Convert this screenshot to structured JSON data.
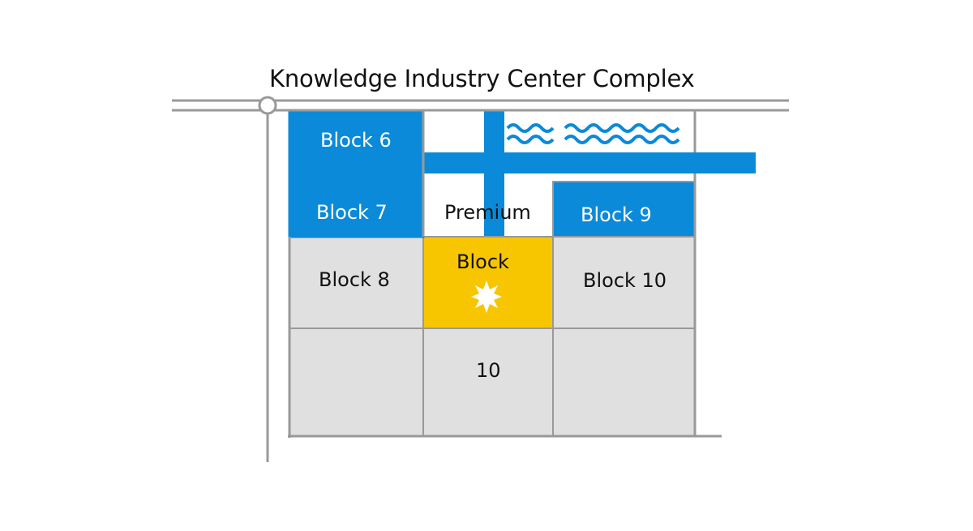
{
  "title": "Knowledge Industry Center Complex",
  "colors": {
    "blue": "#0a8ad8",
    "yellow": "#f7c600",
    "gray": "#e0e0e0",
    "road": "#999999",
    "white": "#ffffff"
  },
  "blocks": {
    "block6": "Block 6",
    "block7": "Block 7",
    "premium": "Premium",
    "block9": "Block 9",
    "block8": "Block 8",
    "block_premium": "Block",
    "block10": "Block 10",
    "bottom_middle": "10"
  },
  "icons": {
    "premium_marker": "star-burst-icon",
    "water": "wave-icon",
    "roundabout": "circle-junction-icon"
  }
}
